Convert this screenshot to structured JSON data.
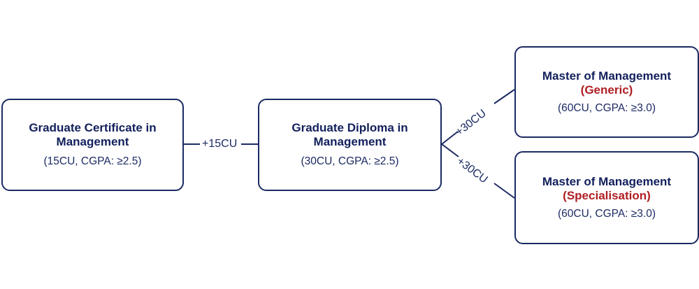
{
  "colors": {
    "border": "#1b2a63",
    "text": "#12205c",
    "accent": "#b01e23",
    "background": "#ffffff"
  },
  "nodes": {
    "certificate": {
      "title_line1": "Graduate Certificate in",
      "title_line2": "Management",
      "requirements": "(15CU, CGPA: ≥2.5)"
    },
    "diploma": {
      "title_line1": "Graduate Diploma in",
      "title_line2": "Management",
      "requirements": "(30CU, CGPA: ≥2.5)"
    },
    "master_generic": {
      "title": "Master of Management",
      "variant": "(Generic)",
      "requirements": "(60CU, CGPA: ≥3.0)"
    },
    "master_specialisation": {
      "title": "Master of Management",
      "variant": "(Specialisation)",
      "requirements": "(60CU, CGPA: ≥3.0)"
    }
  },
  "edges": {
    "cert_to_diploma": "+15CU",
    "diploma_to_generic": "+30CU",
    "diploma_to_specialisation": "+30CU"
  }
}
